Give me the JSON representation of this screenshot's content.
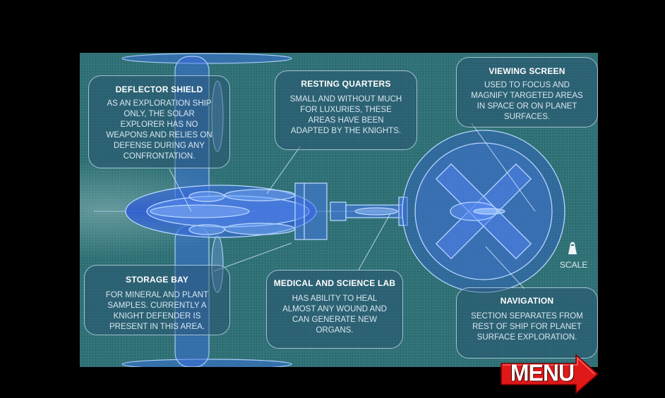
{
  "callouts": {
    "deflector_shield": {
      "title": "DEFLECTOR SHIELD",
      "body": [
        "AS AN EXPLORATION SHIP",
        "ONLY, THE SOLAR",
        "EXPLORER HAS NO",
        "WEAPONS AND RELIES ON",
        "DEFENSE DURING ANY",
        "CONFRONTATION."
      ]
    },
    "resting_quarters": {
      "title": "RESTING QUARTERS",
      "body": [
        "SMALL AND WITHOUT MUCH",
        "FOR LUXURIES, THESE",
        "AREAS HAVE BEEN",
        "ADAPTED BY THE KNIGHTS."
      ]
    },
    "viewing_screen": {
      "title": "VIEWING SCREEN",
      "body": [
        "USED TO FOCUS AND",
        "MAGNIFY TARGETED AREAS",
        "IN SPACE OR ON PLANET",
        "SURFACES."
      ]
    },
    "storage_bay": {
      "title": "STORAGE BAY",
      "body": [
        "FOR MINERAL AND PLANT",
        "SAMPLES. CURRENTLY A",
        "KNIGHT DEFENDER IS",
        "PRESENT IN THIS AREA."
      ]
    },
    "medical_lab": {
      "title": "MEDICAL AND SCIENCE LAB",
      "body": [
        "HAS ABILITY TO HEAL",
        "ALMOST ANY WOUND AND",
        "CAN GENERATE NEW",
        "ORGANS."
      ]
    },
    "navigation": {
      "title": "NAVIGATION",
      "body": [
        "SECTION SEPARATES FROM",
        "REST OF SHIP FOR PLANET",
        "SURFACE EXPLORATION."
      ]
    }
  },
  "scale": {
    "label": "SCALE",
    "icon": "knight-figure-icon"
  },
  "menu": {
    "label": "MENU",
    "icon": "red-arrow-icon"
  },
  "colors": {
    "background": "#000000",
    "blueprint": "#2b6e73",
    "ship_fill": "#2f5fd6",
    "ship_line": "#9fc8ff",
    "menu_red": "#e01818"
  }
}
